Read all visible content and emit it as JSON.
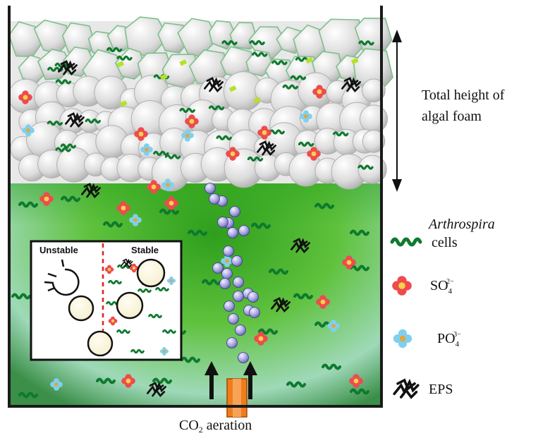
{
  "height_label": {
    "line1": "Total height of",
    "line2": "algal foam"
  },
  "legend": {
    "arthrospira_italic": "Arthrospira",
    "arthrospira_rest": "cells",
    "sulfate_base": "SO",
    "sulfate_sub": "4",
    "sulfate_sup": "2−",
    "phosphate_base": "PO",
    "phosphate_sub": "4",
    "phosphate_sup": "3−",
    "eps": "EPS"
  },
  "aeration": {
    "prefix": "CO",
    "sub": "2",
    "suffix": " aeration"
  },
  "inset": {
    "left_label": "Unstable",
    "right_label": "Stable"
  },
  "colors": {
    "tank_wall": "#1a1a1a",
    "liquid_green": "#3fae2a",
    "liquid_light": "#b8e4d6",
    "foam_bubble": "#d4d4d4",
    "bubble_outline": "#6fbf7a",
    "arthrospira": "#0e7a2e",
    "sulfate": "#e8474a",
    "phosphate": "#5cc3e6",
    "eps": "#111111",
    "co2_bubble": "#8a86d0",
    "aerator": "#f07d1a",
    "inset_boundary": "#e02020"
  }
}
